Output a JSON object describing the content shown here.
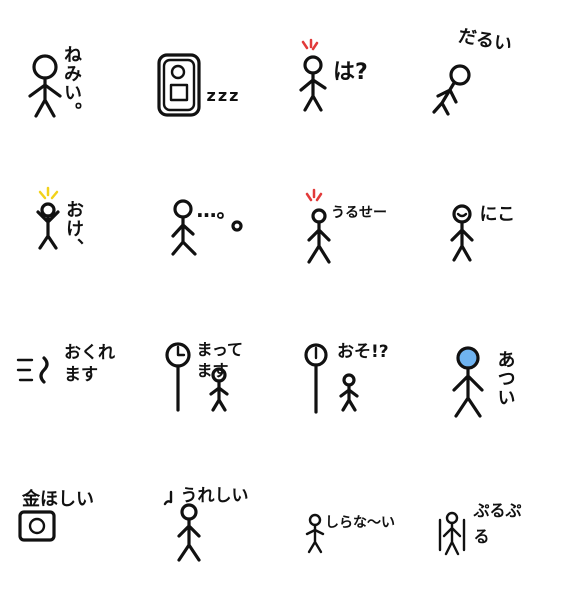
{
  "stickers": [
    {
      "caption": "ねみい。"
    },
    {
      "caption": "zzz"
    },
    {
      "caption": "は?"
    },
    {
      "caption": "だるい"
    },
    {
      "caption": "おけ、"
    },
    {
      "caption": "…。"
    },
    {
      "caption": "うるせー"
    },
    {
      "caption": "にこ"
    },
    {
      "caption": "おくれます"
    },
    {
      "caption": "まってます"
    },
    {
      "caption": "おそ!?"
    },
    {
      "caption": "あつい"
    },
    {
      "caption": "金ほしい"
    },
    {
      "caption": "うれしい"
    },
    {
      "caption": "しらな〜い"
    },
    {
      "caption": "ぷるぷる"
    }
  ],
  "colors": {
    "ink": "#111111",
    "anger_mark": "#e23a3a",
    "sparkle": "#f2d21b",
    "head_fill_blue": "#6fb3f0"
  }
}
